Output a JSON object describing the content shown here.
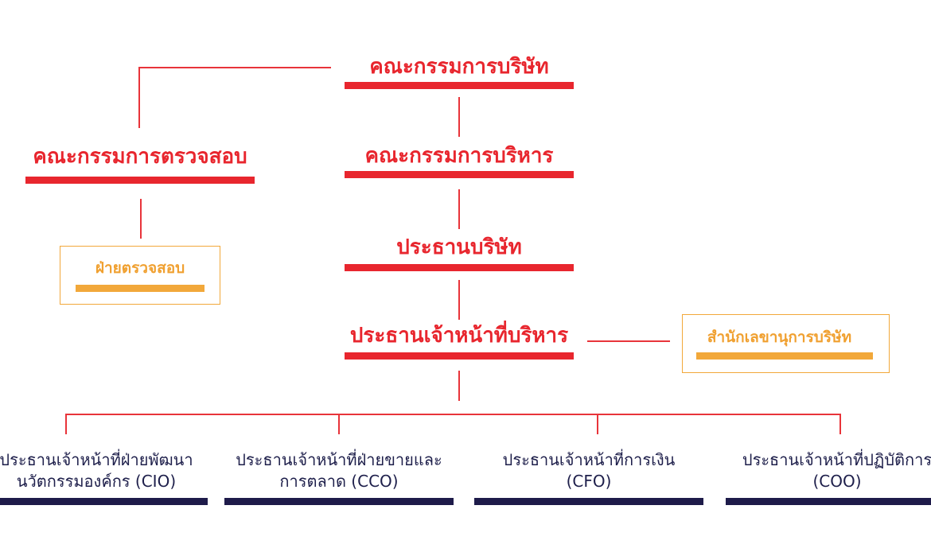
{
  "colors": {
    "primary_red": "#e8262e",
    "orange": "#f2a83a",
    "navy": "#1e1b4a"
  },
  "board": {
    "label": "คณะกรรมการบริษัท"
  },
  "audit_committee": {
    "label": "คณะกรรมการตรวจสอบ"
  },
  "executive_committee": {
    "label": "คณะกรรมการบริหาร"
  },
  "president": {
    "label": "ประธานบริษัท"
  },
  "ceo": {
    "label": "ประธานเจ้าหน้าที่บริหาร"
  },
  "audit_department": {
    "label": "ฝ่ายตรวจสอบ"
  },
  "company_secretary": {
    "label": "สำนักเลขานุการบริษัท"
  },
  "executives": [
    {
      "line1": "ประธานเจ้าหน้าที่ฝ่ายพัฒนา",
      "line2": "นวัตกรรมองค์กร (CIO)"
    },
    {
      "line1": "ประธานเจ้าหน้าที่ฝ่ายขายและ",
      "line2": "การตลาด (CCO)"
    },
    {
      "line1": "ประธานเจ้าหน้าที่การเงิน",
      "line2": "(CFO)"
    },
    {
      "line1": "ประธานเจ้าหน้าที่ปฏิบัติการ",
      "line2": "(COO)"
    }
  ]
}
